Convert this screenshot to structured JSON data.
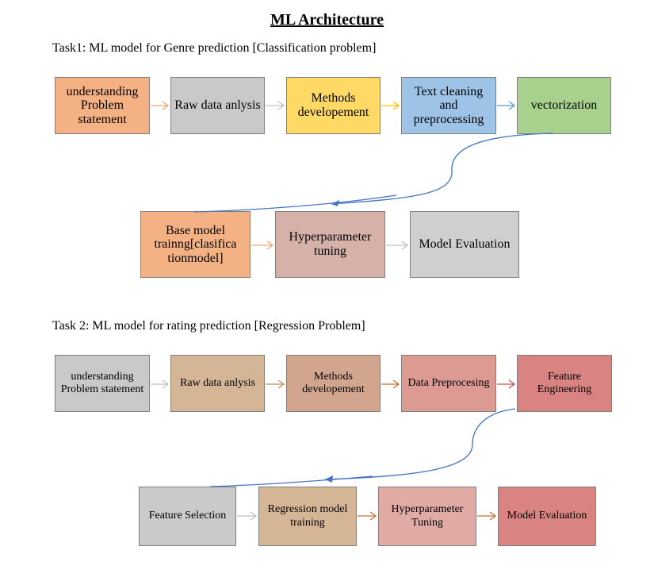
{
  "title": "ML Architecture",
  "task1": {
    "heading": "Task1:  ML model for Genre prediction [Classification problem]",
    "row1": [
      {
        "label": "understanding Problem statement",
        "color": "#F4B183"
      },
      {
        "label": "Raw data anlysis",
        "color": "#C9C9C9"
      },
      {
        "label": "Methods developement",
        "color": "#FFD966"
      },
      {
        "label": "Text cleaning and preprocessing",
        "color": "#9DC3E6"
      },
      {
        "label": "vectorization",
        "color": "#A9D18E"
      }
    ],
    "row2": [
      {
        "label": "Base model trainng[clasifica tionmodel]",
        "color": "#F4B183"
      },
      {
        "label": "Hyperparameter tuning",
        "color": "#D5B1AA"
      },
      {
        "label": "Model Evaluation",
        "color": "#CFCFCF"
      }
    ],
    "arrow_colors": [
      "#F4A46A",
      "#BFBFBF",
      "#FFC000",
      "#5B9BD5"
    ]
  },
  "task2": {
    "heading": "Task 2: ML model for rating prediction [Regression Problem]",
    "row1": [
      {
        "label": "understanding Problem statement",
        "color": "#C9C9C9"
      },
      {
        "label": "Raw data anlysis",
        "color": "#D4B595"
      },
      {
        "label": "Methods developement",
        "color": "#D2A68E"
      },
      {
        "label": "Data Preprocesing",
        "color": "#DC9A93"
      },
      {
        "label": "Feature Engineering",
        "color": "#D98482"
      }
    ],
    "row2": [
      {
        "label": "Feature Selection",
        "color": "#CACACA"
      },
      {
        "label": "Regression model training",
        "color": "#D4B595"
      },
      {
        "label": "Hyperparameter Tuning",
        "color": "#E0ABA5"
      },
      {
        "label": "Model Evaluation",
        "color": "#D98482"
      }
    ]
  },
  "connector_color": "#4472C4"
}
